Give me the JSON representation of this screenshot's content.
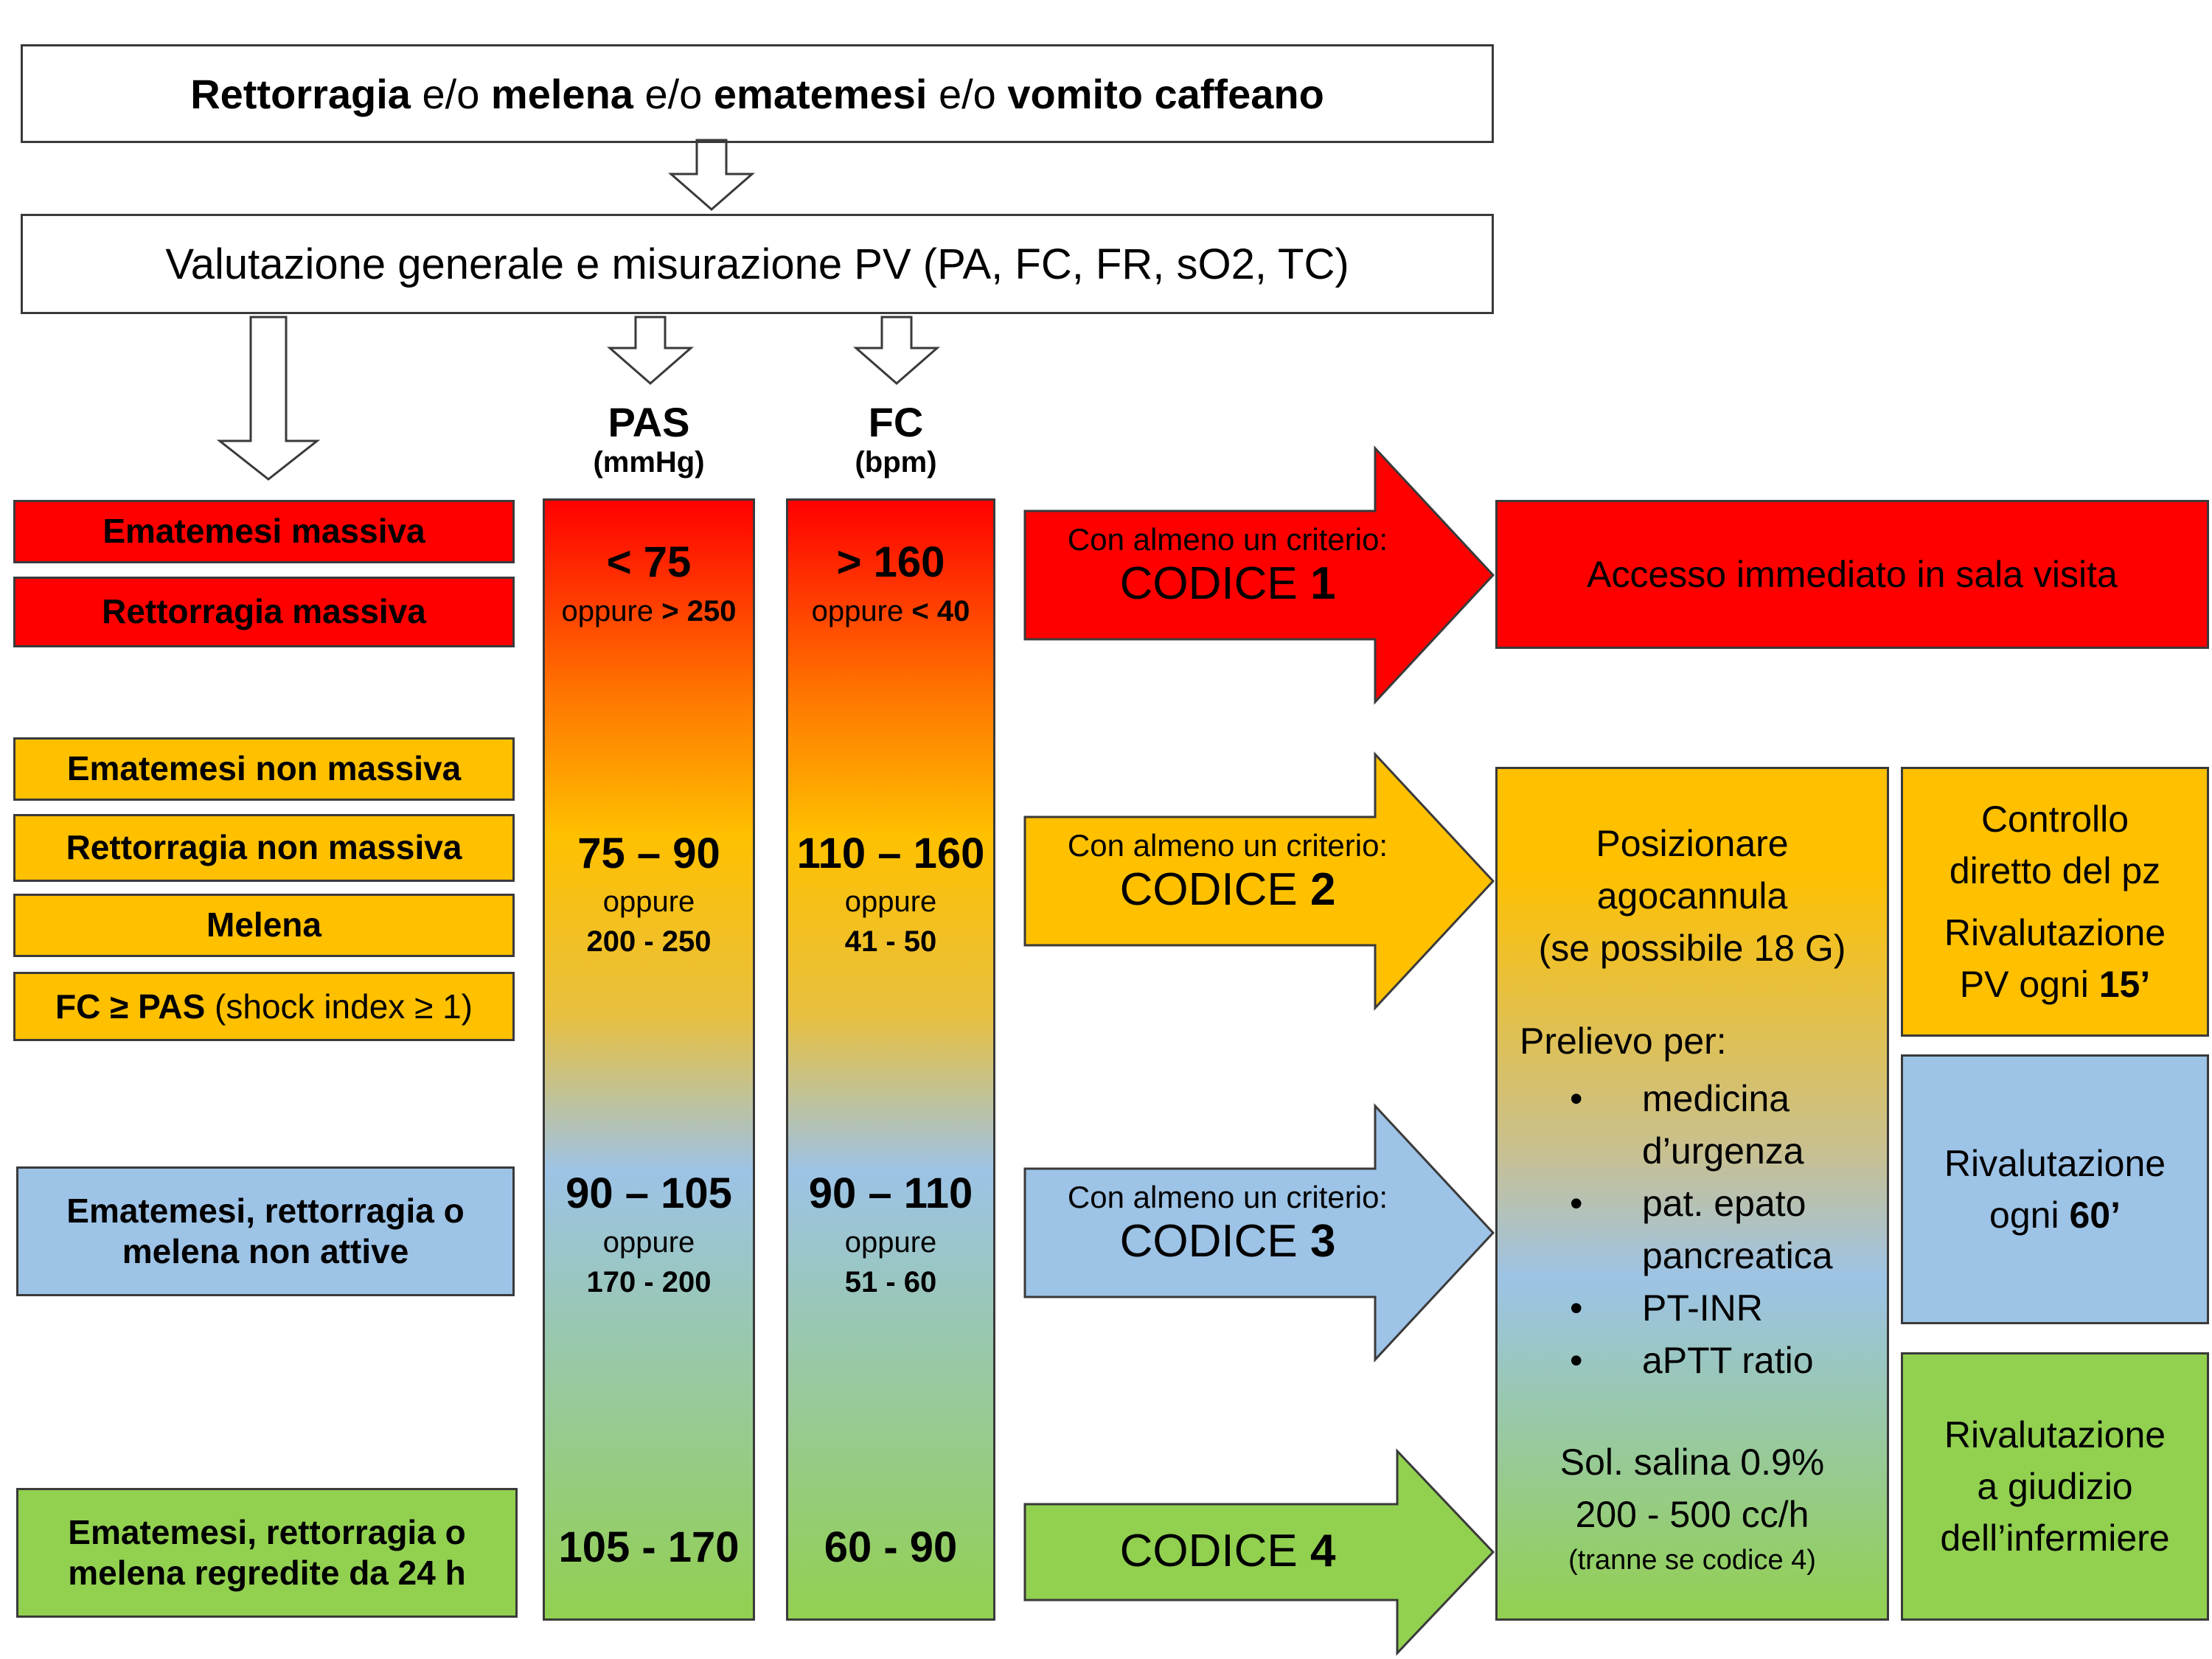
{
  "header": {
    "symptoms": [
      "Rettorragia",
      " e/o ",
      "melena",
      " e/o ",
      "ematemesi",
      " e/o ",
      "vomito caffeano"
    ],
    "evaluation": "Valutazione generale e misurazione PV (PA, FC, FR, sO2, TC)"
  },
  "columns": {
    "pas_title": "PAS",
    "pas_unit": "(mmHg)",
    "fc_title": "FC",
    "fc_unit": "(bpm)"
  },
  "criteria": {
    "red": [
      "Ematemesi massiva",
      "Rettorragia massiva"
    ],
    "amber": [
      "Ematemesi non massiva",
      "Rettorragia non massiva",
      "Melena"
    ],
    "amber_shock_bold": "FC ≥ PAS",
    "amber_shock_rest": " (shock index ≥ 1)",
    "blue": [
      "Ematemesi, rettorragia o",
      "melena non attive"
    ],
    "green": [
      "Ematemesi, rettorragia o",
      "melena regredite da 24 h"
    ]
  },
  "pas": {
    "r1": "< 75",
    "r1_or": "oppure",
    "r1_alt": "> 250",
    "r2": "75 – 90",
    "r2_or": "oppure",
    "r2_alt": "200 - 250",
    "r3": "90 – 105",
    "r3_or": "oppure",
    "r3_alt": "170 - 200",
    "r4": "105 - 170"
  },
  "fc": {
    "r1": "> 160",
    "r1_or": "oppure",
    "r1_alt": "< 40",
    "r2": "110 – 160",
    "r2_or": "oppure",
    "r2_alt": "41 - 50",
    "r3": "90 – 110",
    "r3_or": "oppure",
    "r3_alt": "51 - 60",
    "r4": "60 - 90"
  },
  "codes": {
    "criterion": "Con almeno un criterio:",
    "code_word": "CODICE",
    "c1": "1",
    "c2": "2",
    "c3": "3",
    "c4": "4"
  },
  "actions": {
    "red": "Accesso immediato in sala visita",
    "position": [
      "Posizionare",
      "agocannula",
      "(se possibile 18 G)"
    ],
    "draw_title": "Prelievo per:",
    "draw_items": [
      "medicina",
      "d’urgenza",
      "pat. epato",
      "pancreatica",
      "PT-INR",
      "aPTT ratio"
    ],
    "saline": [
      "Sol. salina 0.9%",
      "200 - 500 cc/h"
    ],
    "saline_note": "(tranne se codice 4)",
    "amber_side": [
      "Controllo",
      "diretto del pz",
      "Rivalutazione",
      "PV ogni "
    ],
    "amber_side_bold": "15’",
    "blue_side": [
      "Rivalutazione",
      "ogni "
    ],
    "blue_side_bold": "60’",
    "green_side": [
      "Rivalutazione",
      "a giudizio",
      "dell’infermiere"
    ]
  },
  "colors": {
    "red": "#ff0000",
    "amber": "#ffc000",
    "blue": "#9dc3e6",
    "green": "#92d050"
  }
}
